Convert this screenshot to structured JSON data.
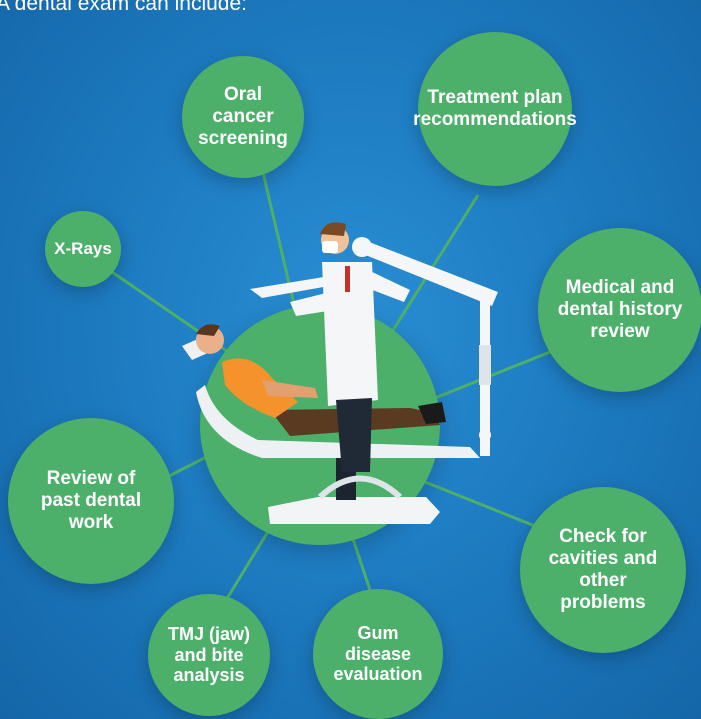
{
  "intro": "A dental exam can include:",
  "items": [
    {
      "label": "Oral cancer screening"
    },
    {
      "label": "Treatment plan recommendations"
    },
    {
      "label": "X-Rays"
    },
    {
      "label": "Medical and dental history review"
    },
    {
      "label": "Review of past dental work"
    },
    {
      "label": "Check for cavities and other problems"
    },
    {
      "label": "TMJ (jaw) and bite analysis"
    },
    {
      "label": "Gum disease evaluation"
    }
  ],
  "colors": {
    "background": "#1f7ec4",
    "bubble": "#4caf6a",
    "connector": "#4caf6a",
    "text": "#ffffff"
  },
  "illustration": "dental-chair-with-dentist-and-patient"
}
